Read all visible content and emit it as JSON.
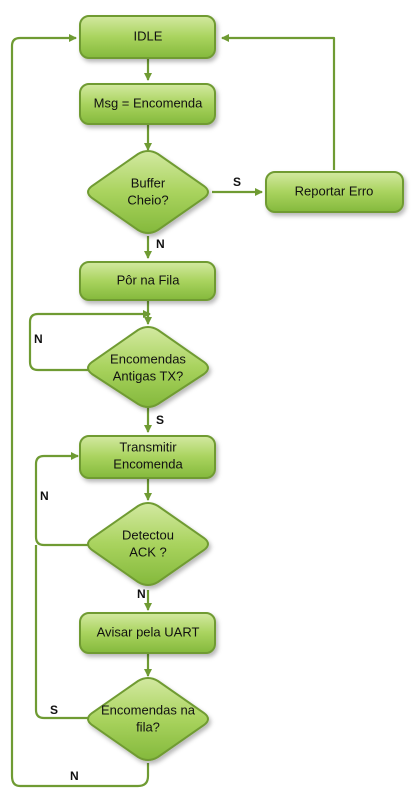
{
  "diagram": {
    "nodes": {
      "idle": "IDLE",
      "msg": "Msg = Encomenda",
      "buffer": [
        "Buffer",
        "Cheio?"
      ],
      "reportar": "Reportar Erro",
      "por_fila": "Pôr na Fila",
      "antigas": [
        "Encomendas",
        "Antigas TX?"
      ],
      "transmitir": [
        "Transmitir",
        "Encomenda"
      ],
      "detectou": [
        "Detectou",
        "ACK ?"
      ],
      "avisar": "Avisar pela UART",
      "na_fila": [
        "Encomendas na",
        "fila?"
      ]
    },
    "edges": {
      "buffer_yes": "S",
      "buffer_no": "N",
      "antigas_no": "N",
      "antigas_yes": "S",
      "detectou_no_loop": "N",
      "detectou_no_down": "N",
      "na_fila_yes": "S",
      "na_fila_no": "N"
    },
    "colors": {
      "fill_top": "#cfe79a",
      "fill_bottom": "#86bb3e",
      "stroke": "#6f9b33"
    }
  }
}
